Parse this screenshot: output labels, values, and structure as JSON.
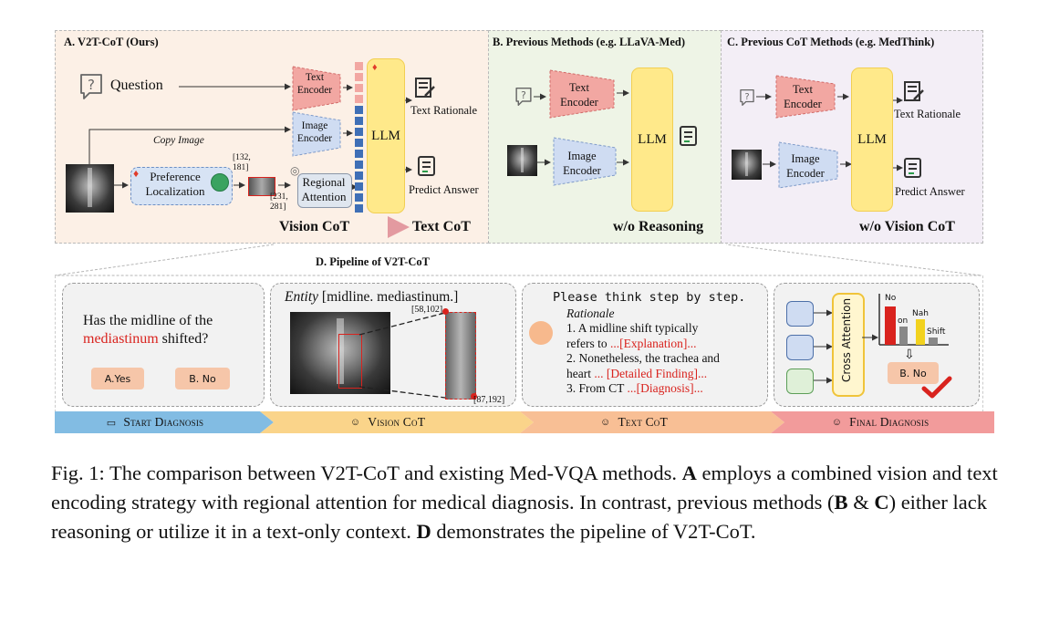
{
  "panel_a": {
    "title": "A. V2T-CoT (Ours)",
    "question": "Question",
    "text_encoder": "Text Encoder",
    "image_encoder": "Image Encoder",
    "copy_image": "Copy Image",
    "preference_localization": "Preference Localization",
    "coord_1": "[132, 181]",
    "coord_2": "[231, 281]",
    "regional_attention": "Regional Attention",
    "llm": "LLM",
    "text_rationale": "Text Rationale",
    "predict_answer": "Predict Answer",
    "vision_cot": "Vision CoT",
    "text_cot": "Text CoT"
  },
  "panel_b": {
    "title": "B. Previous Methods (e.g. LLaVA-Med)",
    "text_encoder": "Text Encoder",
    "image_encoder": "Image Encoder",
    "llm": "LLM",
    "footer": "w/o Reasoning"
  },
  "panel_c": {
    "title": "C. Previous CoT Methods (e.g. MedThink)",
    "text_encoder": "Text Encoder",
    "image_encoder": "Image Encoder",
    "llm": "LLM",
    "text_rationale": "Text Rationale",
    "predict_answer": "Predict Answer",
    "footer": "w/o Vision CoT"
  },
  "panel_d": {
    "title": "D. Pipeline of V2T-CoT",
    "q_part1": "Has the midline of the",
    "q_part2": "mediastinum",
    "q_part3": "shifted?",
    "opt_a": "A.Yes",
    "opt_b": "B. No",
    "entity_label": "Entity",
    "entity_value": "[midline. mediastinum.]",
    "coord_1": "[58,102]",
    "coord_2": "[87,192]",
    "think": "Please think step by step.",
    "rationale": "Rationale",
    "r1a": "1. A midline shift typically",
    "r1b": "refers to",
    "r1c": "...[Explanation]...",
    "r2a": "2. Nonetheless, the trachea and",
    "r2b": "heart",
    "r2c": "... [Detailed Finding]...",
    "r3a": "3. From CT",
    "r3b": "...[Diagnosis]...",
    "cross_attention": "Cross Attention",
    "bar_labels": [
      "No",
      "on",
      "Nah",
      "Shift"
    ],
    "final_answer": "B. No"
  },
  "stages": [
    "Start Diagnosis",
    "Vision CoT",
    "Text CoT",
    "Final Diagnosis"
  ],
  "caption": {
    "part1": "Fig. 1: The comparison between V2T-CoT and existing Med-VQA methods.",
    "bold_a": "A",
    "part2": "employs a combined vision and text encoding strategy with regional attention for medical diagnosis. In contrast, previous methods (",
    "bold_b": "B",
    "amp": "&",
    "bold_c": "C",
    "part3": ") either lack reasoning or utilize it in a text-only context.",
    "bold_d": "D",
    "part4": "demonstrates the pipeline of V2T-CoT."
  },
  "colors": {
    "panel_a_bg": "#fcf0e6",
    "panel_b_bg": "#eef4e6",
    "panel_c_bg": "#f3eef6",
    "text_encoder": "#f2a7a2",
    "image_encoder": "#cfdcf2",
    "llm": "#ffe98a",
    "token_blue": "#3f6fb6",
    "token_pink": "#f2a7a2",
    "highlight_red": "#d9231e",
    "stage_start": "#82bce3",
    "stage_vision": "#fad48a",
    "stage_text": "#f8bf95",
    "stage_final": "#f29b9b"
  }
}
